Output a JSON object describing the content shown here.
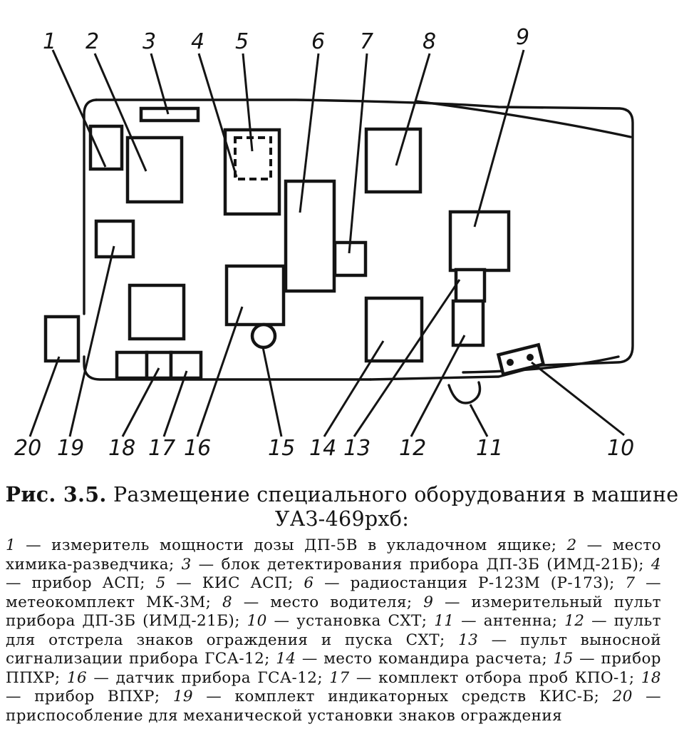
{
  "figure": {
    "callouts": [
      "1",
      "2",
      "3",
      "4",
      "5",
      "6",
      "7",
      "8",
      "9",
      "10",
      "11",
      "12",
      "13",
      "14",
      "15",
      "16",
      "17",
      "18",
      "19",
      "20"
    ]
  },
  "caption": {
    "label": "Рис. 3.5.",
    "text": "Размещение специального оборудования в машине УАЗ-469рхб:"
  },
  "legend": [
    {
      "n": "1",
      "text": "измеритель мощности дозы ДП-5В в укладочном ящике"
    },
    {
      "n": "2",
      "text": "место химика-разведчика"
    },
    {
      "n": "3",
      "text": "блок детектирования прибора ДП-3Б (ИМД-21Б)"
    },
    {
      "n": "4",
      "text": "прибор АСП"
    },
    {
      "n": "5",
      "text": "КИС АСП"
    },
    {
      "n": "6",
      "text": "радиостанция Р-123М (Р-173)"
    },
    {
      "n": "7",
      "text": "метеокомплект МК-3М"
    },
    {
      "n": "8",
      "text": "место водителя"
    },
    {
      "n": "9",
      "text": "измерительный пульт прибора ДП-3Б (ИМД-21Б)"
    },
    {
      "n": "10",
      "text": "установка СХТ"
    },
    {
      "n": "11",
      "text": "антенна"
    },
    {
      "n": "12",
      "text": "пульт для отстрела знаков ограждения и пуска СХТ"
    },
    {
      "n": "13",
      "text": "пульт выносной сигнализации прибора ГСА-12"
    },
    {
      "n": "14",
      "text": "место командира расчета"
    },
    {
      "n": "15",
      "text": "прибор ППХР"
    },
    {
      "n": "16",
      "text": "датчик прибора ГСА-12"
    },
    {
      "n": "17",
      "text": "комплект отбора проб КПО-1"
    },
    {
      "n": "18",
      "text": "прибор ВПХР"
    },
    {
      "n": "19",
      "text": "комплект индикаторных средств КИС-Б"
    },
    {
      "n": "20",
      "text": "приспособление для механической установки знаков ограждения"
    }
  ]
}
